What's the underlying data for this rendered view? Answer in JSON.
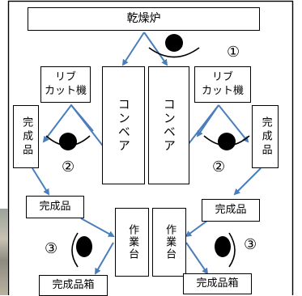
{
  "furnace": {
    "label": "乾燥炉"
  },
  "conveyors": {
    "left": {
      "label": "コンベア"
    },
    "right": {
      "label": "コンベア"
    }
  },
  "rib_cutters": {
    "left": {
      "line1": "リブ",
      "line2": "カット機"
    },
    "right": {
      "line1": "リブ",
      "line2": "カット機"
    }
  },
  "finished_side": {
    "left": {
      "label": "完成品"
    },
    "right": {
      "label": "完成品"
    }
  },
  "finished_lower": {
    "left": {
      "label": "完成品"
    },
    "right": {
      "label": "完成品"
    }
  },
  "workbenches": {
    "left": {
      "label": "作業台"
    },
    "right": {
      "label": "作業台"
    }
  },
  "finished_crates": {
    "left": {
      "label": "完成品箱"
    },
    "right": {
      "label": "完成品箱"
    }
  },
  "step_markers": {
    "top_right": "①",
    "mid_left": "②",
    "mid_right": "②",
    "low_left": "③",
    "low_right": "③"
  },
  "colors": {
    "arrow": "#4a7ebb",
    "outline": "#000000"
  }
}
